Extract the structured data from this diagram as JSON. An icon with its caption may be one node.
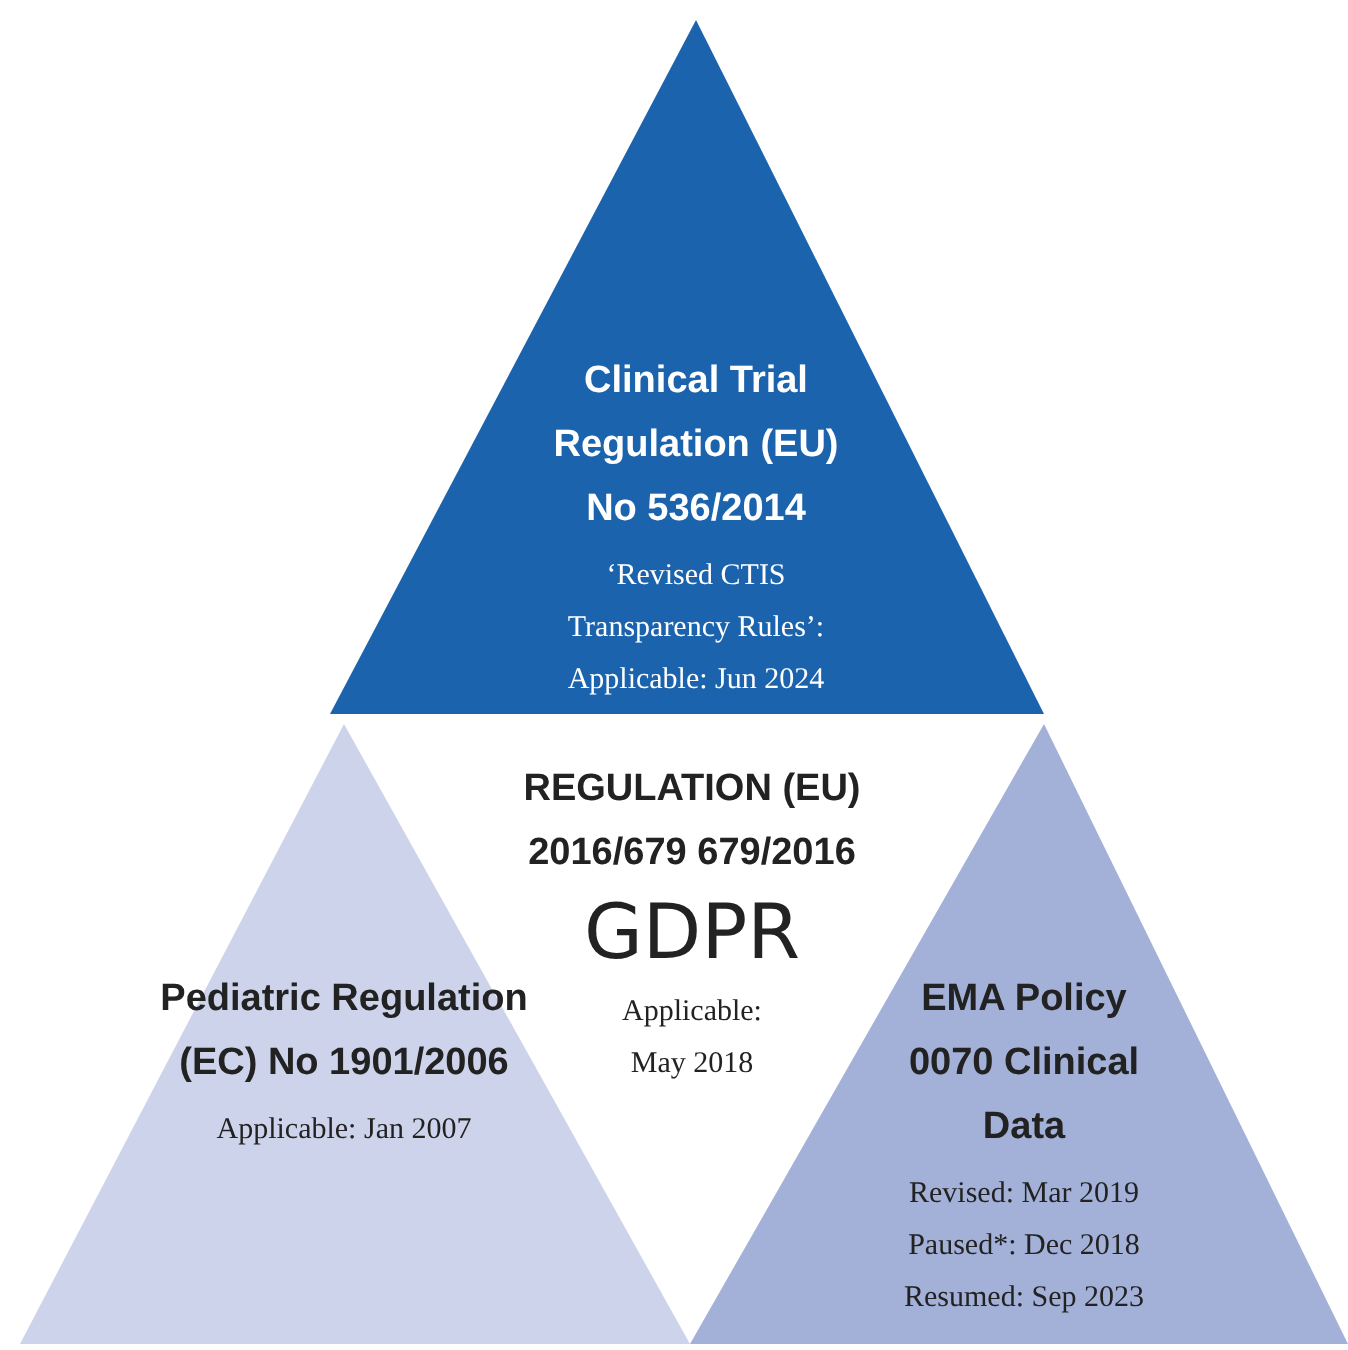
{
  "diagram": {
    "nodes": [
      {
        "text": [
          "Clinical Trial Regulation (EU) No 536/2014",
          "‘Revised CTIS Transparency Rules’:",
          "Applicable: Jun 2024"
        ]
      },
      {
        "text": [
          "REGULATION (EU) 2016/679 679/2016",
          "GDPR",
          "Applicable: May 2018"
        ]
      },
      {
        "text": [
          "Pediatric Regulation (EC) No 1901/2006",
          "Applicable: Jan 2007"
        ]
      },
      {
        "text": [
          "EMA Policy 0070 Clinical Data",
          "Revised: Mar 2019",
          "Paused*: Dec 2018",
          "Resumed: Sep 2023"
        ]
      }
    ]
  }
}
